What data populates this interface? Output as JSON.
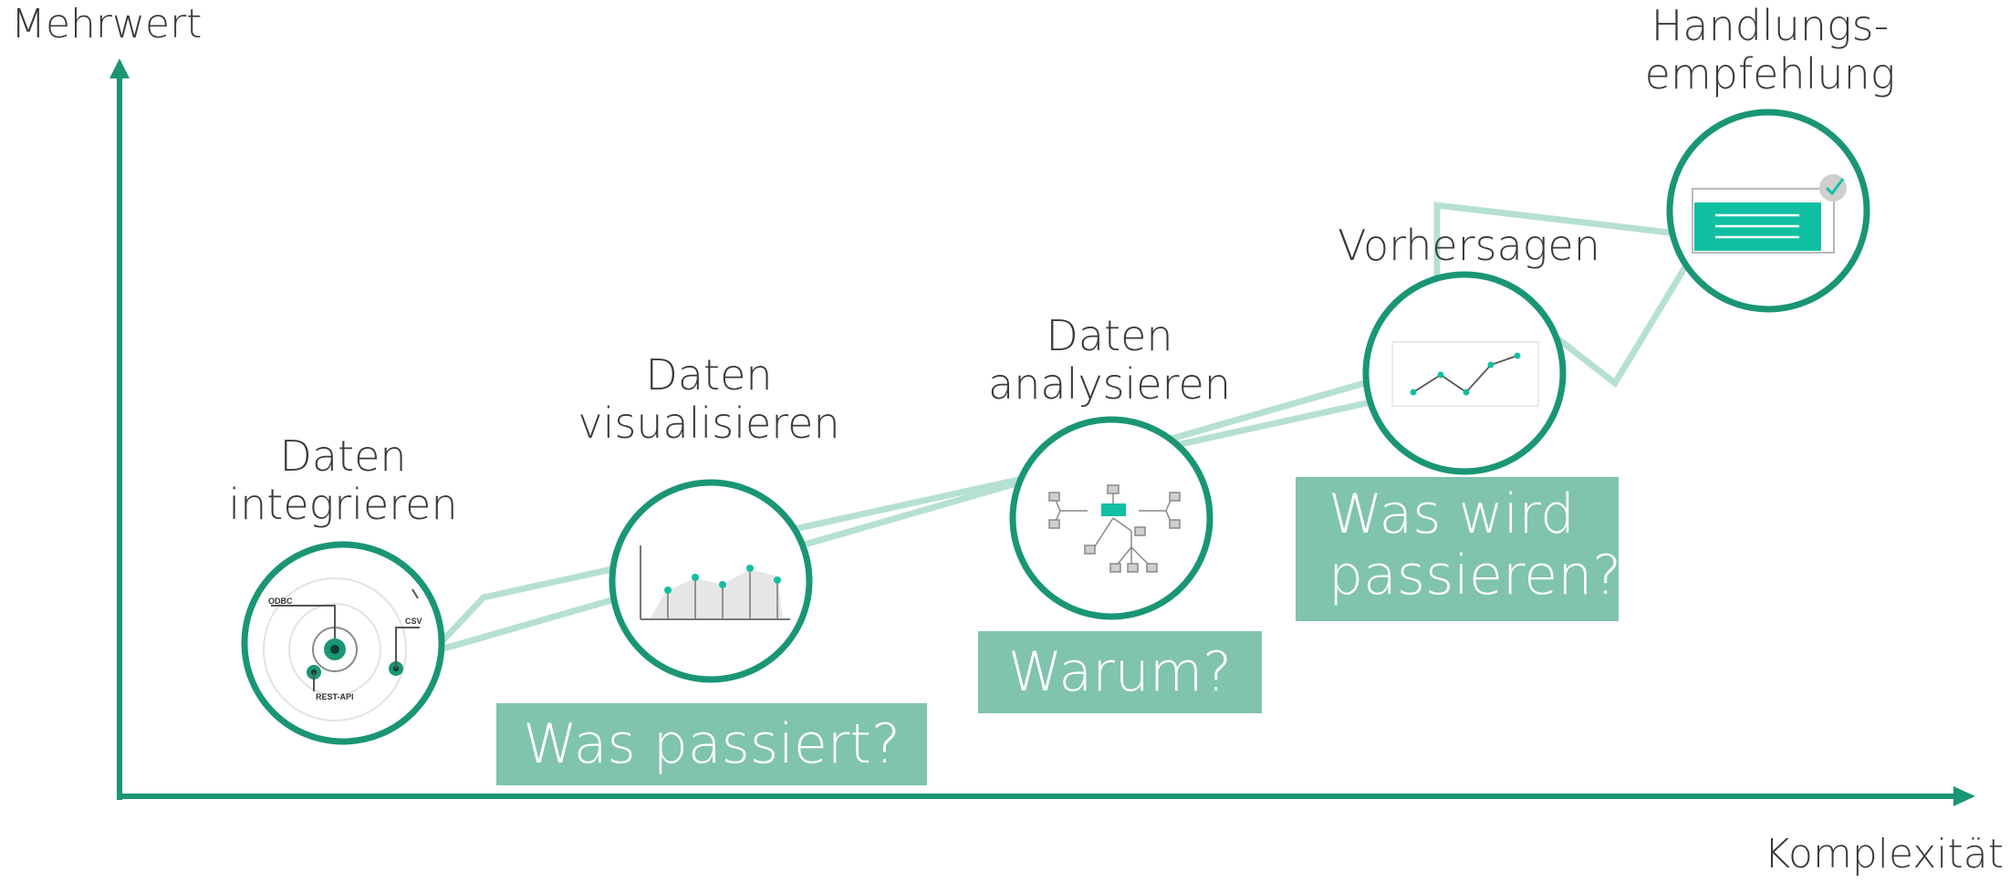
{
  "axes": {
    "y_label": "Mehrwert",
    "x_label": "Komplexität"
  },
  "stages": [
    {
      "label": "Daten\nintegrieren",
      "icon": "data-integration-icon"
    },
    {
      "label": "Daten\nvisualisieren",
      "icon": "area-chart-icon"
    },
    {
      "label": "Daten\nanalysieren",
      "icon": "tree-diagram-icon"
    },
    {
      "label": "Vorhersagen",
      "icon": "line-chart-icon"
    },
    {
      "label": "Handlungs-\nempfehlung",
      "icon": "recommendation-card-icon"
    }
  ],
  "questions": [
    {
      "text": "Was passiert?"
    },
    {
      "text": "Warum?"
    },
    {
      "text": "Was wird\npassieren?"
    }
  ],
  "integration_icon_labels": {
    "odbc": "ODBC",
    "csv": "CSV",
    "rest_api": "REST-API"
  },
  "colors": {
    "axis": "#1a9674",
    "circle": "#1a9674",
    "growth_arrow": "#b6e0d2",
    "question_box": "#80c3ae",
    "accent": "#11bfa3",
    "text": "#3a3a3a"
  }
}
